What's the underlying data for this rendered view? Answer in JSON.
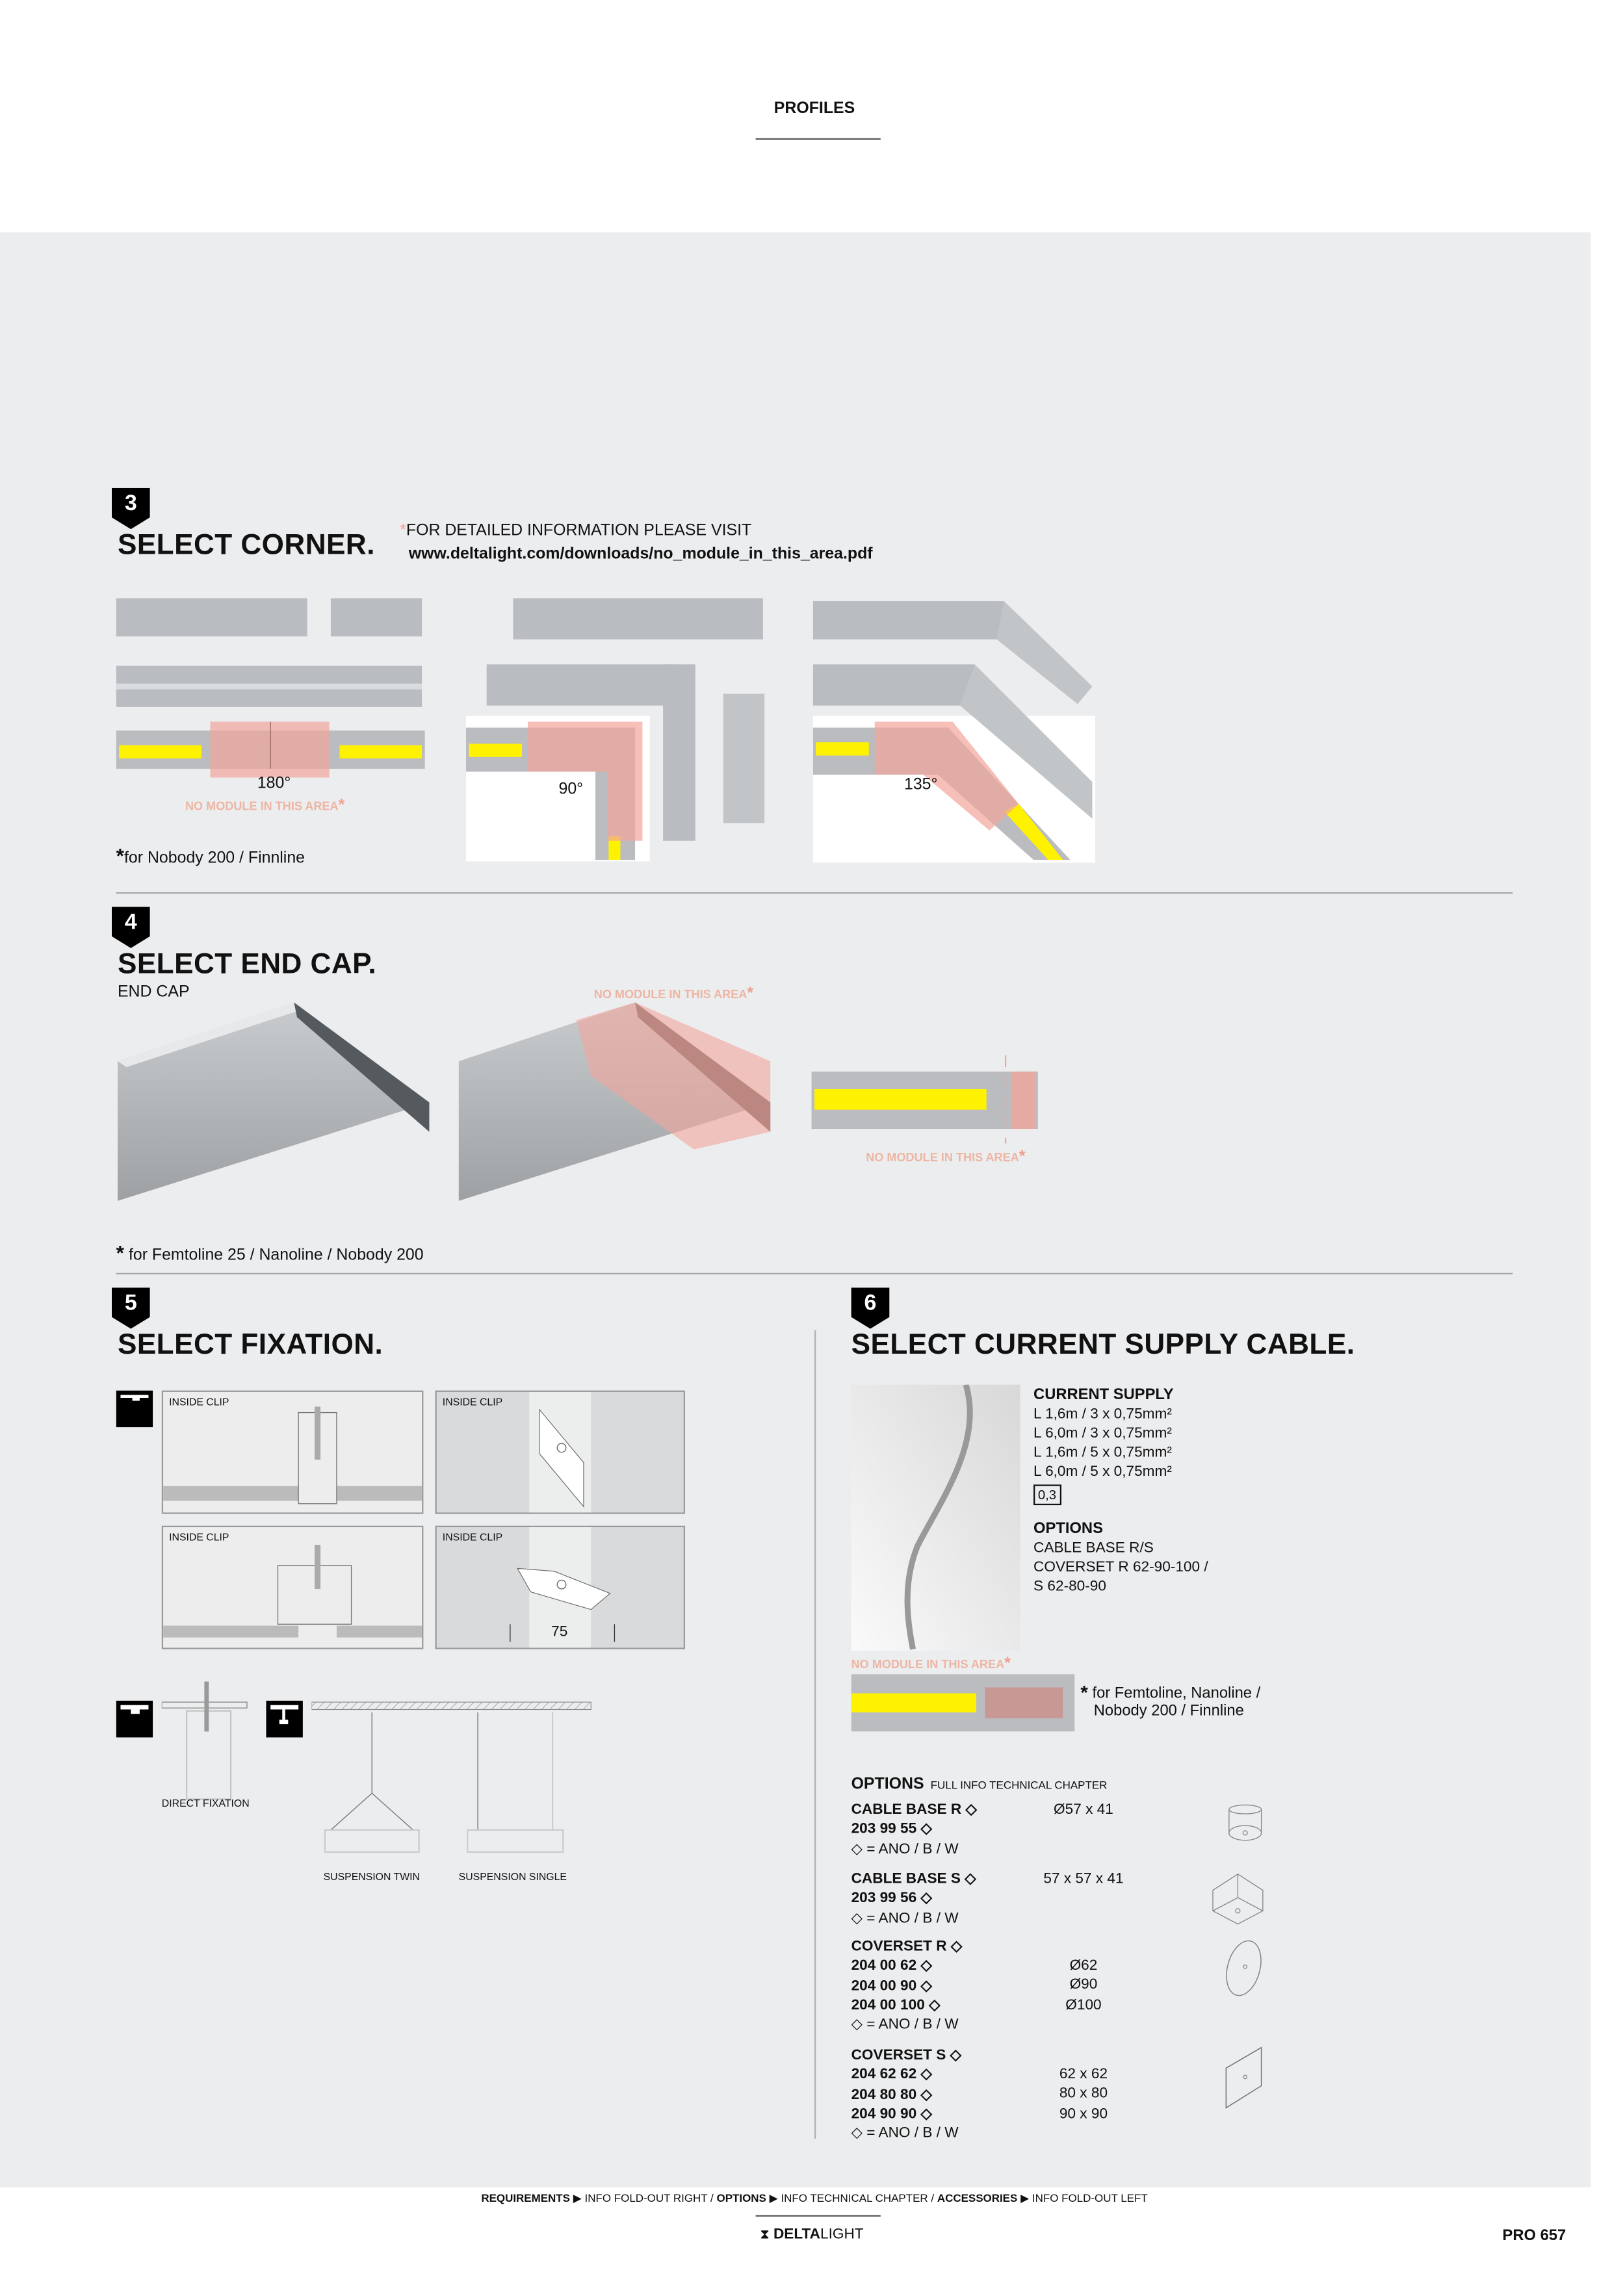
{
  "header": {
    "title": "PROFILES"
  },
  "section3": {
    "number": "3",
    "title": "SELECT CORNER.",
    "note_asterisk": "*",
    "note_line1": "FOR DETAILED INFORMATION PLEASE VISIT",
    "note_url": "www.deltalight.com/downloads/no_module_in_this_area.pdf",
    "angles": [
      "180°",
      "90°",
      "135°"
    ],
    "no_module": "NO MODULE IN THIS AREA",
    "asterisk": "*",
    "footnote": "for Nobody 200 / Finnline"
  },
  "section4": {
    "number": "4",
    "title": "SELECT  END CAP.",
    "subtitle": "END CAP",
    "no_module": "NO MODULE IN THIS AREA",
    "asterisk": "*",
    "footnote": "for Femtoline 25 / Nanoline / Nobody 200"
  },
  "section5": {
    "number": "5",
    "title": "SELECT FIXATION.",
    "clip_labels": [
      "INSIDE CLIP",
      "INSIDE CLIP",
      "INSIDE CLIP",
      "INSIDE CLIP"
    ],
    "dimension": "75",
    "direct": "DIRECT FIXATION",
    "susp_twin": "SUSPENSION TWIN",
    "susp_single": "SUSPENSION SINGLE"
  },
  "section6": {
    "number": "6",
    "title": "SELECT CURRENT SUPPLY CABLE.",
    "supply_heading": "CURRENT SUPPLY",
    "supply_lines": [
      "L 1,6m / 3 x 0,75mm²",
      "L 6,0m / 3 x 0,75mm²",
      "L 1,6m / 5 x 0,75mm²",
      "L 6,0m / 5 x 0,75mm²"
    ],
    "badge": "0,3",
    "options_heading": "OPTIONS",
    "options_lines": [
      "CABLE BASE R/S",
      "COVERSET R 62-90-100 /",
      "S 62-80-90"
    ],
    "no_module": "NO MODULE IN THIS AREA",
    "asterisk": "*",
    "footnote_line1": "for Femtoline, Nanoline /",
    "footnote_line2": "Nobody 200 / Finnline"
  },
  "options": {
    "heading": "OPTIONS",
    "sub": "FULL INFO TECHNICAL CHAPTER",
    "groups": [
      {
        "name": "CABLE BASE R ◇",
        "codes": [
          "203 99 55 ◇"
        ],
        "dims": [
          "Ø57 x 41"
        ],
        "finish": "◇ = ANO / B / W",
        "icon": "cylinder-icon"
      },
      {
        "name": "CABLE BASE S ◇",
        "codes": [
          "203 99 56 ◇"
        ],
        "dims": [
          "57 x 57 x 41"
        ],
        "finish": "◇ = ANO / B / W",
        "icon": "cube-icon"
      },
      {
        "name": "COVERSET R ◇",
        "codes": [
          "204 00 62 ◇",
          "204 00 90 ◇",
          "204 00 100 ◇"
        ],
        "dims": [
          "Ø62",
          "Ø90",
          "Ø100"
        ],
        "finish": "◇ = ANO / B / W",
        "icon": "round-plate-icon"
      },
      {
        "name": "COVERSET S ◇",
        "codes": [
          "204 62 62 ◇",
          "204 80 80 ◇",
          "204 90 90 ◇"
        ],
        "dims": [
          "62 x 62",
          "80 x 80",
          "90 x 90"
        ],
        "finish": "◇ = ANO / B / W",
        "icon": "square-plate-icon"
      }
    ]
  },
  "footer": {
    "req": "REQUIREMENTS",
    "req_info": "INFO FOLD-OUT RIGHT /",
    "opt": "OPTIONS",
    "opt_info": "INFO TECHNICAL CHAPTER /",
    "acc": "ACCESSORIES",
    "acc_info": "INFO FOLD-OUT LEFT",
    "arrow": "▶",
    "logo_bold": "DELTA",
    "logo_light": "LIGHT",
    "page": "PRO 657"
  },
  "colors": {
    "yellow": "#fff200",
    "pink": "#f2a59b",
    "gray_bar": "#bbbcbf",
    "panel": "#ecedef"
  }
}
